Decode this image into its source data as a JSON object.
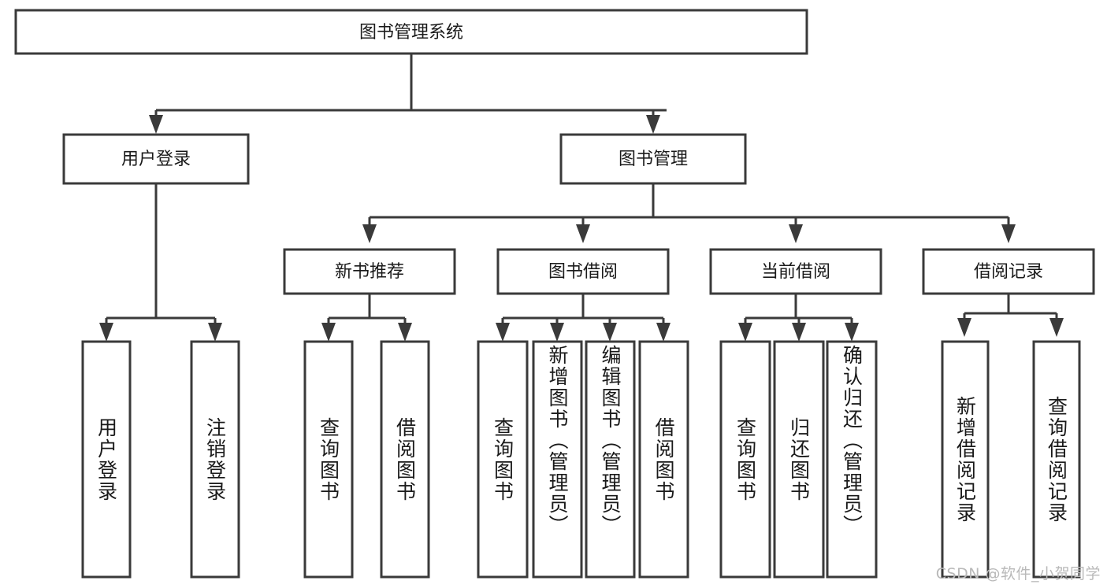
{
  "diagram": {
    "type": "tree-hierarchy-chart",
    "title": "图书管理系统",
    "watermark": "CSDN @软件_小贺同学",
    "colors": {
      "box_stroke": "#3a3a3a",
      "box_fill": "#ffffff",
      "text": "#1a1a1a",
      "background": "#ffffff",
      "watermark": "#b9b9b9"
    },
    "levels": {
      "root": {
        "label": "图书管理系统"
      },
      "level1": [
        {
          "label": "用户登录"
        },
        {
          "label": "图书管理"
        }
      ],
      "level2": [
        {
          "label": "新书推荐",
          "parent": "图书管理"
        },
        {
          "label": "图书借阅",
          "parent": "图书管理"
        },
        {
          "label": "当前借阅",
          "parent": "图书管理"
        },
        {
          "label": "借阅记录",
          "parent": "图书管理"
        }
      ],
      "leaves": {
        "用户登录": [
          {
            "label": "用户登录"
          },
          {
            "label": "注销登录"
          }
        ],
        "新书推荐": [
          {
            "label": "查询图书"
          },
          {
            "label": "借阅图书"
          }
        ],
        "图书借阅": [
          {
            "label": "查询图书"
          },
          {
            "label": "新增图书（管理员）"
          },
          {
            "label": "编辑图书（管理员）"
          },
          {
            "label": "借阅图书"
          }
        ],
        "当前借阅": [
          {
            "label": "查询图书"
          },
          {
            "label": "归还图书"
          },
          {
            "label": "确认归还（管理员）"
          }
        ],
        "借阅记录": [
          {
            "label": "新增借阅记录"
          },
          {
            "label": "查询借阅记录"
          }
        ]
      }
    },
    "nodes": {
      "root": "图书管理系统",
      "n_user_login": "用户登录",
      "n_book_mgmt": "图书管理",
      "n_new_rec": "新书推荐",
      "n_borrow": "图书借阅",
      "n_current": "当前借阅",
      "n_record": "借阅记录",
      "l_user_login": "用户登录",
      "l_logout": "注销登录",
      "l_nr_query": "查询图书",
      "l_nr_borrow": "借阅图书",
      "l_bb_query": "查询图书",
      "l_bb_add": "新增图书（管理员）",
      "l_bb_edit": "编辑图书（管理员）",
      "l_bb_borrow": "借阅图书",
      "l_cb_query": "查询图书",
      "l_cb_return": "归还图书",
      "l_cb_confirm": "确认归还（管理员）",
      "l_br_add": "新增借阅记录",
      "l_br_query": "查询借阅记录"
    }
  }
}
